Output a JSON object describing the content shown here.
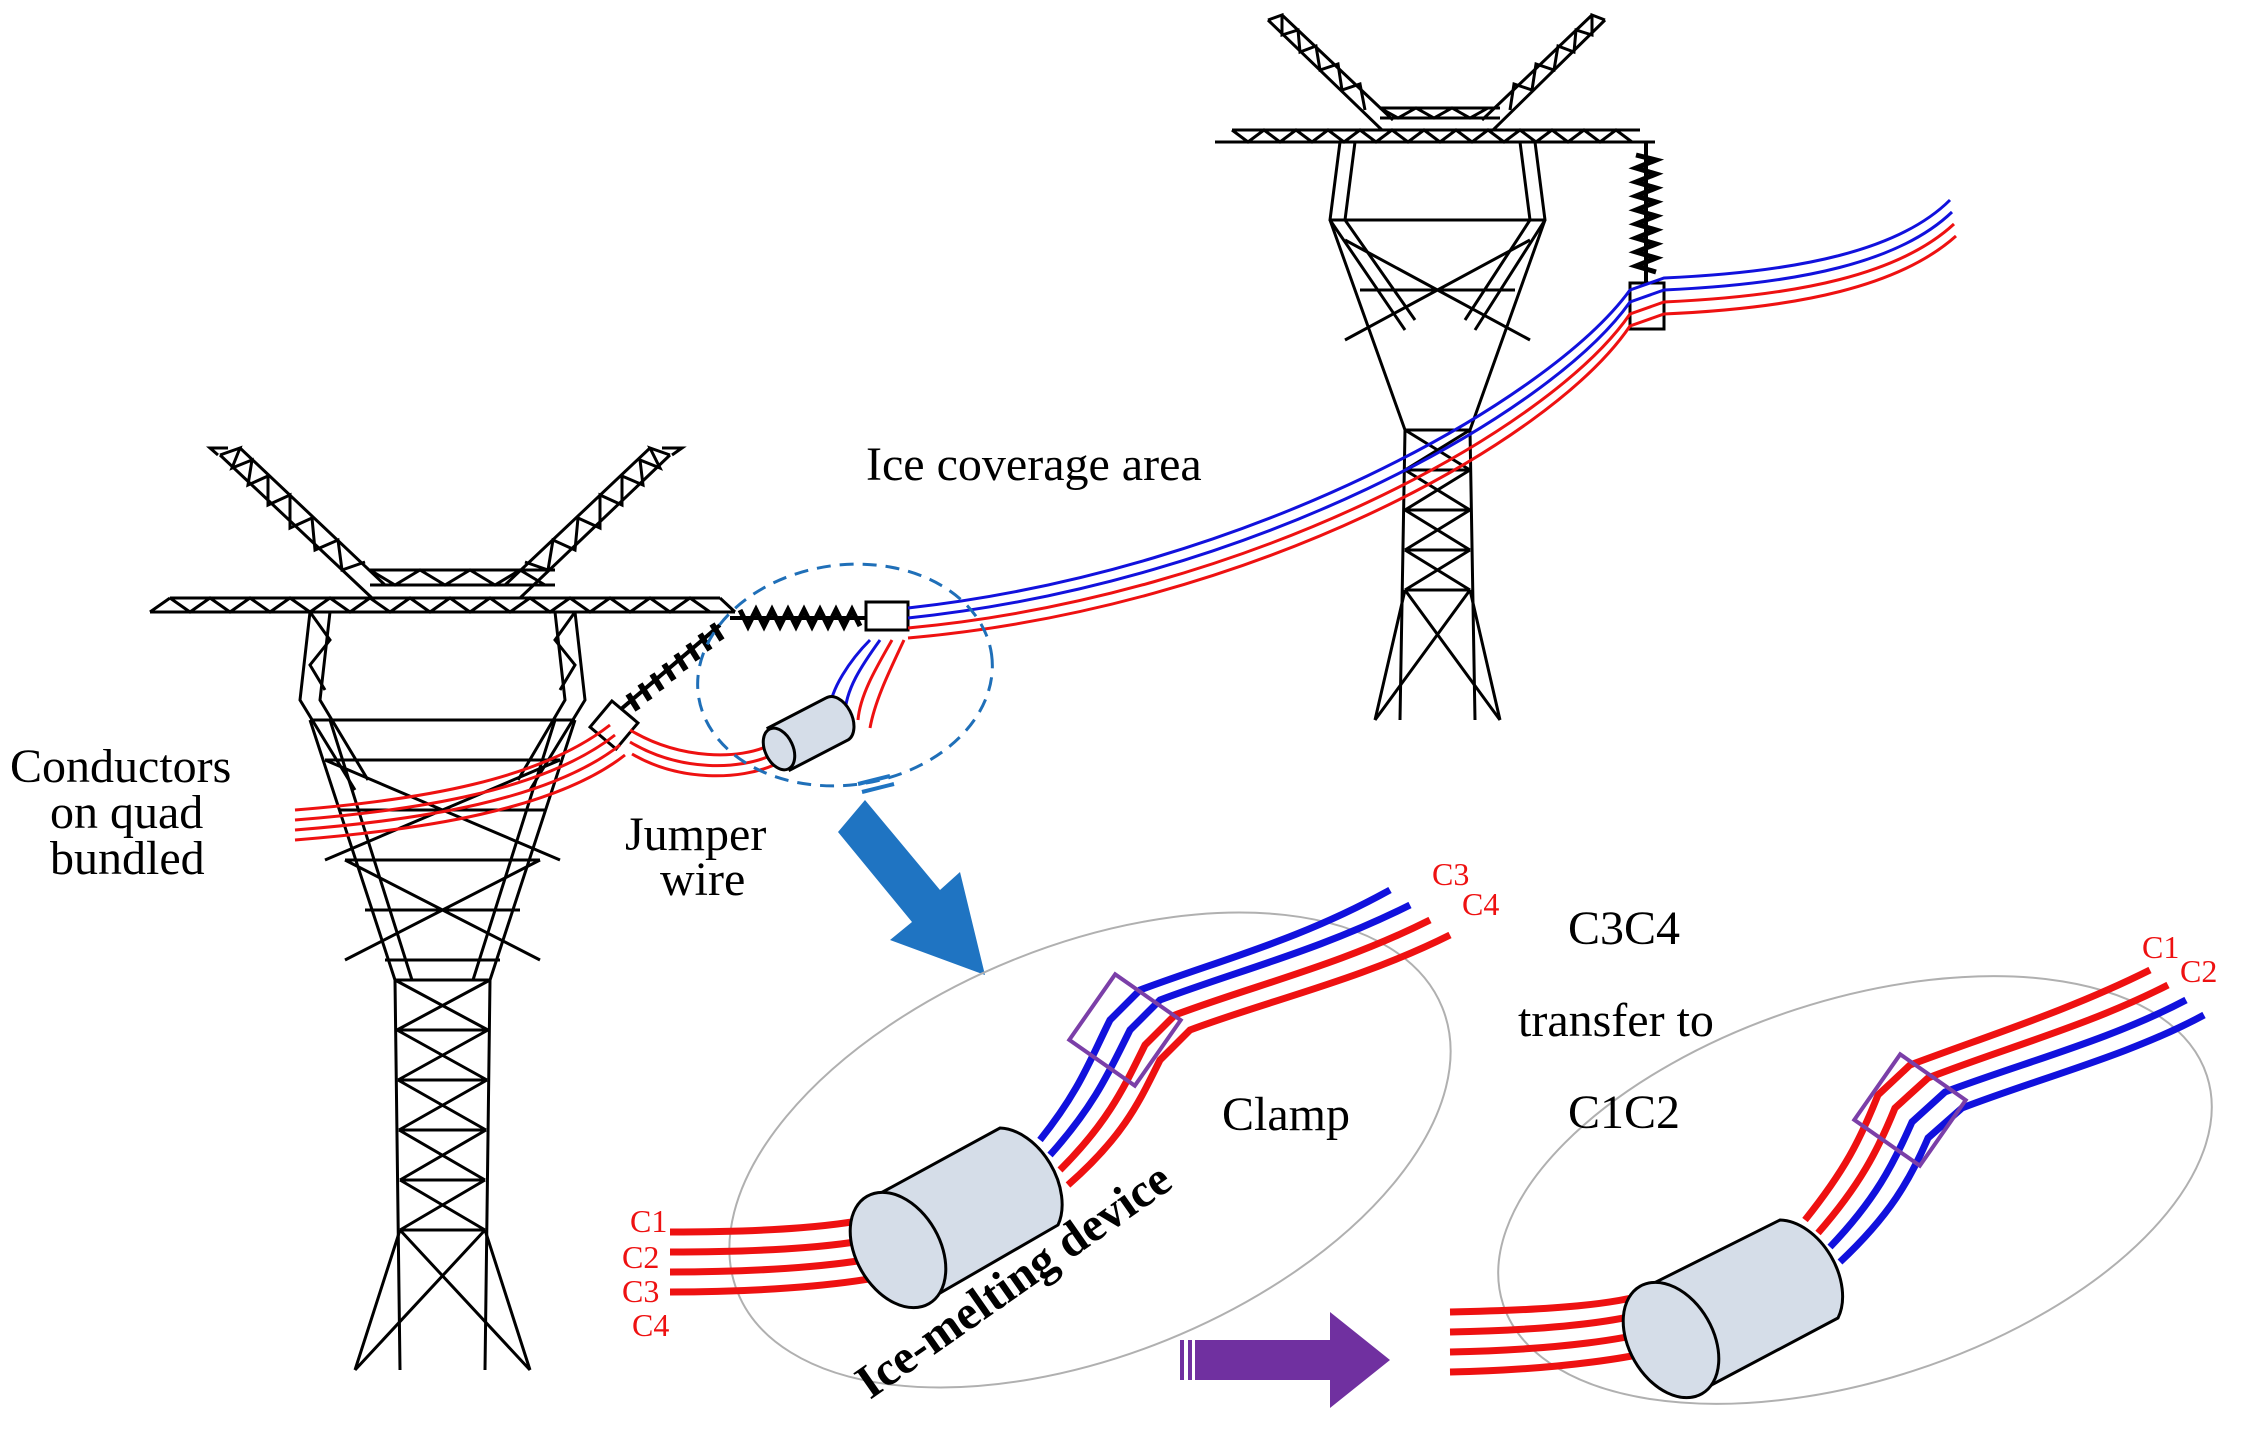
{
  "labels": {
    "ice_coverage_area": "Ice coverage area",
    "conductors_line1": "Conductors",
    "conductors_line2": "on quad",
    "conductors_line3": "bundled",
    "jumper_line1": "Jumper",
    "jumper_line2": "wire",
    "clamp": "Clamp",
    "transfer_line1": "C3C4",
    "transfer_line2": "transfer to",
    "transfer_line3": "C1C2",
    "ice_melting_device": "Ice-melting device"
  },
  "conductor_labels": {
    "c1": "C1",
    "c2": "C2",
    "c3": "C3",
    "c4": "C4"
  },
  "colors": {
    "red_conductor": "#ee1111",
    "blue_conductor": "#1111dd",
    "clamp_outline": "#7b3fa8",
    "device_fill": "#d5dde8",
    "dashed_ellipse": "#1f6fb8",
    "big_arrow_blue": "#1f74c2",
    "big_arrow_purple": "#7030a0",
    "tower_line": "#000000"
  }
}
